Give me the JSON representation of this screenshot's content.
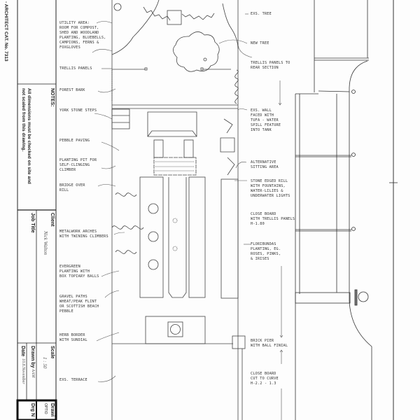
{
  "title_block": {
    "catalogue": "- ARCHITECT CAT. No. 7313",
    "notes_heading": "NOTES:",
    "notes_line1": "All dimensions must be checked on site and",
    "notes_line2": "not scaled from this drawing.",
    "client_heading": "Client",
    "client_value": "Nick Walton",
    "job_title_heading": "Job Title",
    "scale_heading": "Scale",
    "scale_value": "1 : 50",
    "drawn_by_heading": "Drawn by",
    "drawn_by_value": "AAM",
    "date_heading": "Date",
    "date_value": "10.8.November",
    "drawing_heading": "Drawi",
    "drawing_value": "OPTIO",
    "drg_no_heading": "Drg N"
  },
  "labels_left": [
    "UTILITY AREA:\nROOM FOR COMPOST,\nSHED AND WOODLAND\nPLANTING, BLUEBELLS,\nCAMPIONS, FERNS &\nFOXGLOVES",
    "TRELLIS PANELS",
    "FOREST BARK",
    "YORK STONE STEPS",
    "PEBBLE PAVING",
    "PLANTING PIT FOR\nSELF-CLINGING\nCLIMBER",
    "BRIDGE OVER\nRILL",
    "METALWORK ARCHES\nWITH TWINING CLIMBERS",
    "EVERGREEN\nPLANTING WITH\nBOX TOPIARY BALLS",
    "GRAVEL PATHS\nWHEAT/PEAK FLINT\nOR SCOTTISH BEACH\nPEBBLE",
    "HERB BORDER\nWITH SUNDIAL",
    "EXS. TERRACE"
  ],
  "labels_right": [
    "EXS. TREE",
    "NEW TREE",
    "TRELLIS PANELS TO\nREAR SECTION",
    "EXS. WALL\nFACED WITH\nTUFA - WATER\nSPILL FEATURE\nINTO TANK",
    "ALTERNATIVE\nSITTING AREA",
    "STONE EDGED RILL\nWITH FOUNTAINS,\nWATER-LILIES &\nUNDERWATER LIGHTS",
    "CLOSE BOARD\nWITH TRELLIS PANELS\nH-1.80",
    "FLORIBUNDAS\nPLANTING, EG.\nROSES, PINKS,\n& IRISES",
    "BRICK PIER\nWITH BALL FINIAL",
    "CLOSE BOARD\nCUT TO CURVE\nH-2.2 - 1.3"
  ]
}
